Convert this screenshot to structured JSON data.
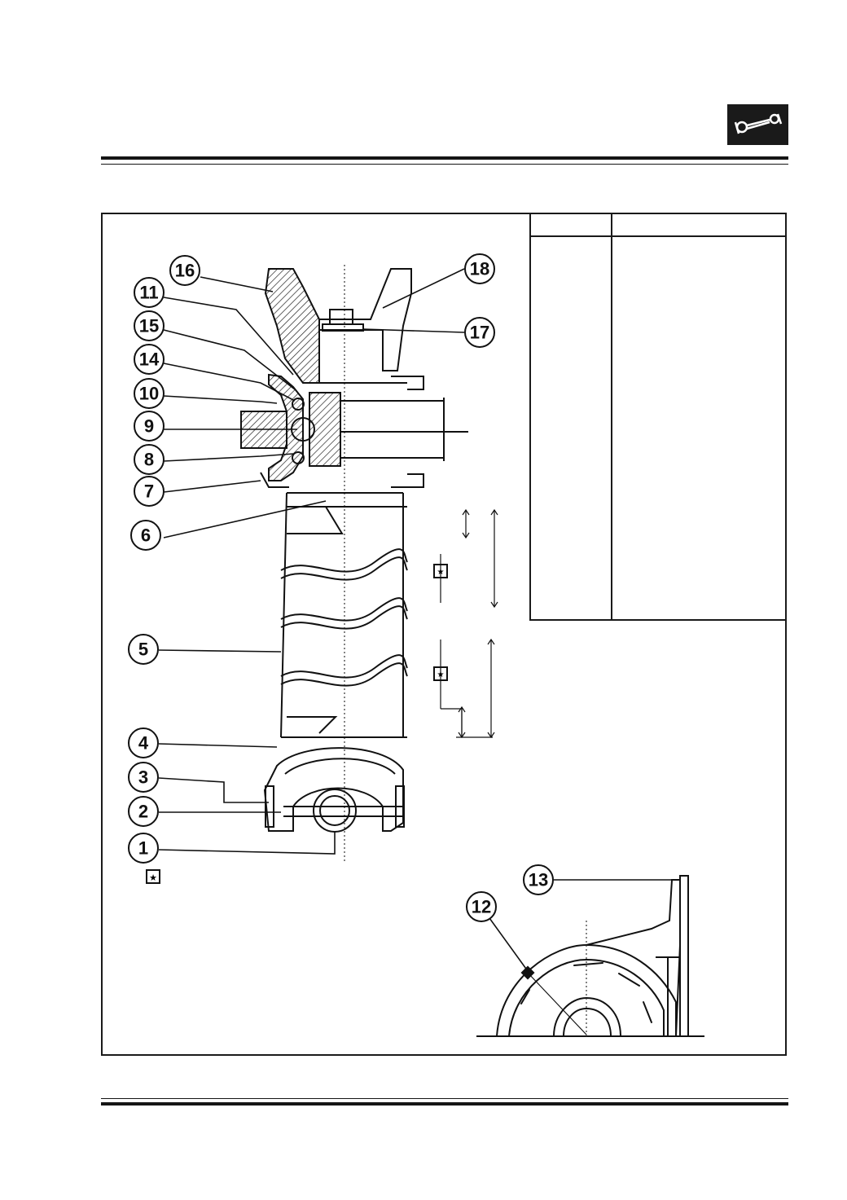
{
  "header": {
    "section_icon": "propeller-shaft-icon"
  },
  "spec_table": {
    "columns": [
      "",
      ""
    ],
    "rows": []
  },
  "callouts": [
    {
      "id": "c1",
      "label": "1"
    },
    {
      "id": "c2",
      "label": "2"
    },
    {
      "id": "c3",
      "label": "3"
    },
    {
      "id": "c4",
      "label": "4"
    },
    {
      "id": "c5",
      "label": "5"
    },
    {
      "id": "c6",
      "label": "6"
    },
    {
      "id": "c7",
      "label": "7"
    },
    {
      "id": "c8",
      "label": "8"
    },
    {
      "id": "c9",
      "label": "9"
    },
    {
      "id": "c10",
      "label": "10"
    },
    {
      "id": "c11",
      "label": "11"
    },
    {
      "id": "c12",
      "label": "12"
    },
    {
      "id": "c13",
      "label": "13"
    },
    {
      "id": "c14",
      "label": "14"
    },
    {
      "id": "c15",
      "label": "15"
    },
    {
      "id": "c16",
      "label": "16"
    },
    {
      "id": "c17",
      "label": "17"
    },
    {
      "id": "c18",
      "label": "18"
    }
  ],
  "markers": {
    "star_symbol": "★"
  }
}
